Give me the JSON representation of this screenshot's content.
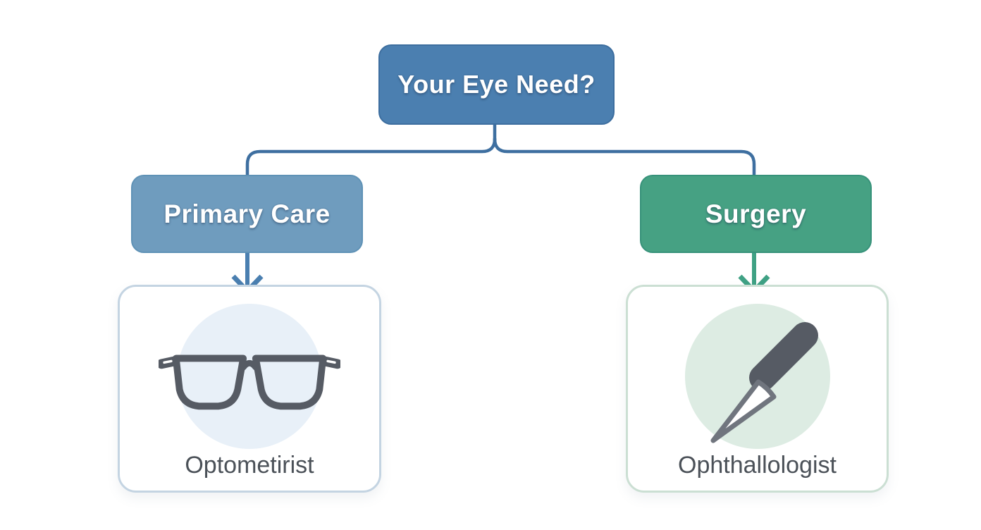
{
  "diagram": {
    "type": "flowchart",
    "background_color": "#ffffff",
    "root": {
      "label": "Your Eye Need?",
      "color": "#4b7fb0",
      "text_color": "#ffffff"
    },
    "branches": [
      {
        "id": "primary-care",
        "label": "Primary Care",
        "color": "#6f9cbe",
        "text_color": "#ffffff",
        "arrow_color": "#4a7fb0"
      },
      {
        "id": "surgery",
        "label": "Surgery",
        "color": "#46a183",
        "text_color": "#ffffff",
        "arrow_color": "#3fa184"
      }
    ],
    "outcomes": [
      {
        "id": "optometrist",
        "label": "Optometirist",
        "icon": "glasses-icon",
        "circle_color": "#e8f0f8",
        "card_border_color": "#c4d4e2"
      },
      {
        "id": "ophthalmologist",
        "label": "Ophthallologist",
        "icon": "scalpel-icon",
        "circle_color": "#ddece3",
        "card_border_color": "#cbdfd3"
      }
    ],
    "connector_color": "#3e6fa0",
    "icon_color": "#565b64",
    "label_color": "#4b5158"
  }
}
